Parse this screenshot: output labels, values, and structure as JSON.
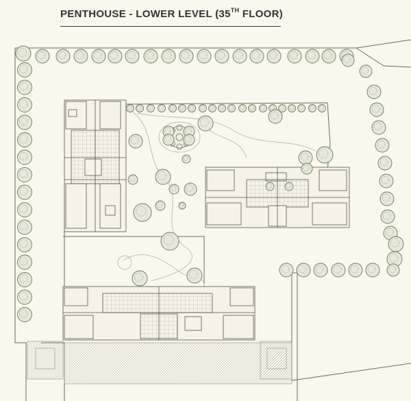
{
  "title": {
    "main": "PENTHOUSE - LOWER LEVEL (35",
    "superscript": "TH",
    "suffix": " FLOOR)"
  },
  "colors": {
    "background": "#faf7ec",
    "line": "#6b6b62",
    "tree_fill": "#e6e8d8",
    "tree_stroke": "#6f7760",
    "title_text": "#333333"
  },
  "icons": {
    "tree": "tree-icon",
    "fountain": "fountain-icon"
  }
}
